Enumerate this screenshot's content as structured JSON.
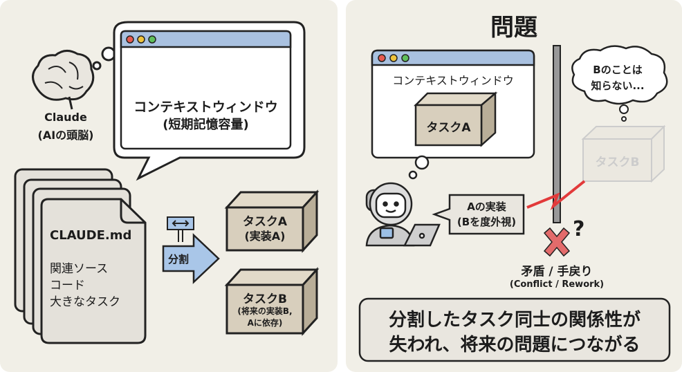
{
  "left": {
    "brain": {
      "name": "Claude",
      "sub": "(AIの頭脳)"
    },
    "context_window": {
      "title": "コンテキストウィンドウ",
      "sub": "(短期記憶容量)"
    },
    "document": {
      "filename": "CLAUDE.md",
      "lines": [
        "関連ソース",
        "コード",
        "大きなタスク"
      ]
    },
    "split_label": "分割",
    "task_a": {
      "title": "タスクA",
      "sub": "(実装A)"
    },
    "task_b": {
      "title": "タスクB",
      "sub1": "(将来の実装B,",
      "sub2": "Aに依存)"
    }
  },
  "right": {
    "title": "問題",
    "context_window": {
      "title": "コンテキストウィンドウ",
      "task": "タスクA"
    },
    "speech": {
      "line1": "Aの実装",
      "line2": "(Bを度外視)"
    },
    "thought": {
      "line1": "Bのことは",
      "line2": "知らない..."
    },
    "task_b": "タスクB",
    "question": "?",
    "conflict": {
      "label": "矛盾 / 手戻り",
      "sub": "(Conflict / Rework)"
    },
    "conclusion": {
      "line1": "分割したタスク同士の関係性が",
      "line2": "失われ、将来の問題につながる"
    }
  },
  "colors": {
    "panel": "#f1efe7",
    "titlebar": "#a9c1e0",
    "box": "#d8cfbd",
    "arrow": "#a9c6e8",
    "red": "#e23a3a"
  }
}
